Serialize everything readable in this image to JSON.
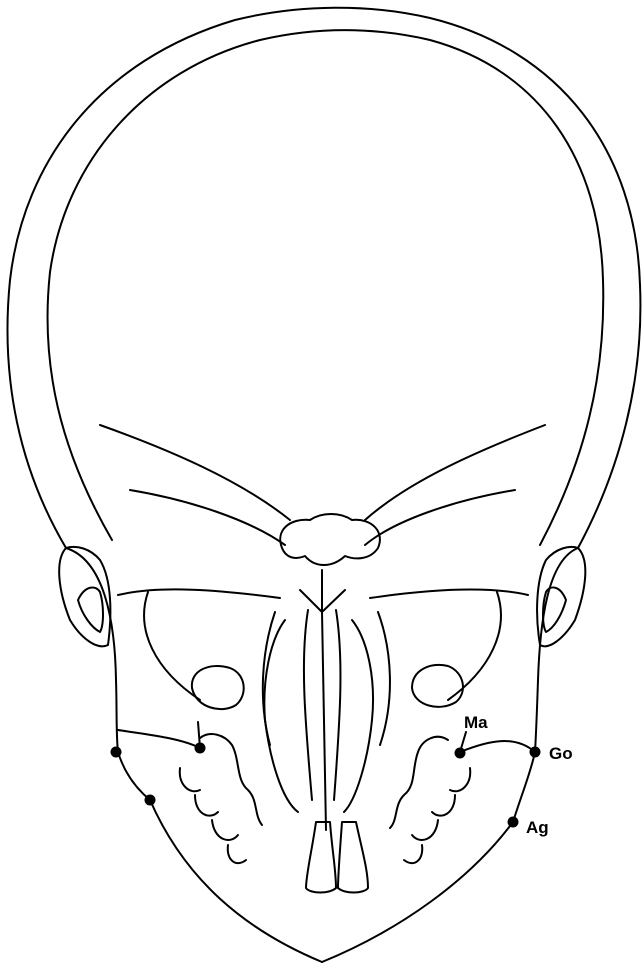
{
  "diagram": {
    "landmarks": [
      {
        "id": "Ma",
        "label": "Ma"
      },
      {
        "id": "Go",
        "label": "Go"
      },
      {
        "id": "Ag",
        "label": "Ag"
      }
    ],
    "colors": {
      "line": "#000000",
      "background": "#ffffff",
      "point": "#000000"
    }
  }
}
